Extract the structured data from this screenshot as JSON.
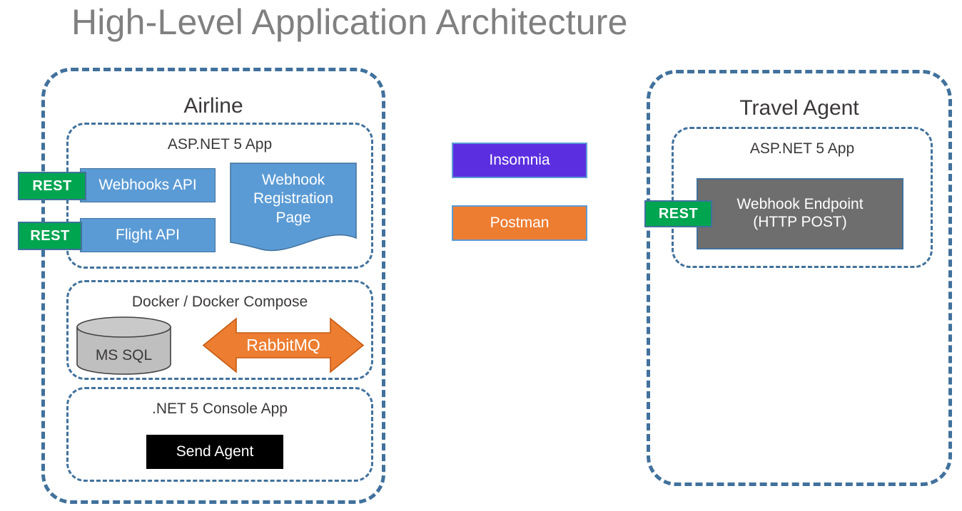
{
  "title": "High-Level Application Architecture",
  "theme": {
    "title_color": "#808080",
    "zone_border": "#41719C",
    "blue_block": "#5B9BD5",
    "green_badge": "#00A550",
    "orange": "#ED7D31",
    "purple": "#5B2FE0",
    "gray_block": "#6E6E6E",
    "cylinder_fill": "#BFBFBF",
    "black_block": "#000000",
    "text_dark": "#3B3838"
  },
  "airline": {
    "zone_label": "Airline",
    "aspnet": {
      "label": "ASP.NET 5 App",
      "webhooks_api": "Webhooks API",
      "webhooks_api_badge": "REST",
      "flight_api": "Flight API",
      "flight_api_badge": "REST",
      "registration_page": "Webhook\nRegistration\nPage"
    },
    "docker": {
      "label": "Docker / Docker Compose",
      "database": "MS SQL",
      "queue": "RabbitMQ"
    },
    "console": {
      "label": ".NET 5 Console App",
      "agent": "Send Agent"
    }
  },
  "tools": {
    "insomnia": "Insomnia",
    "postman": "Postman"
  },
  "travel_agent": {
    "zone_label": "Travel Agent",
    "aspnet": {
      "label": "ASP.NET 5 App",
      "endpoint": "Webhook Endpoint\n(HTTP POST)",
      "endpoint_badge": "REST"
    }
  }
}
